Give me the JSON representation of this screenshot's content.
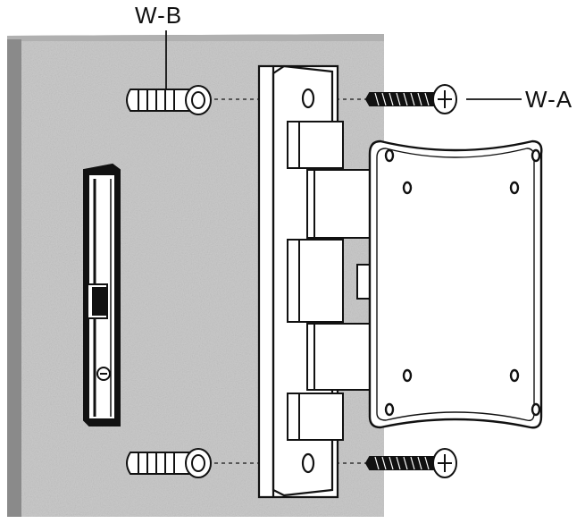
{
  "labels": {
    "anchor": "W-B",
    "screw": "W-A"
  },
  "colors": {
    "wall": "#c8c8c8",
    "wall_edge": "#8e8e8e",
    "line": "#111111",
    "part_fill": "#ffffff"
  },
  "icons": [
    "wall-panel",
    "level-tool",
    "wall-plate",
    "tilt-hinge",
    "vesa-mount-plate",
    "wall-anchor",
    "lag-screw"
  ]
}
